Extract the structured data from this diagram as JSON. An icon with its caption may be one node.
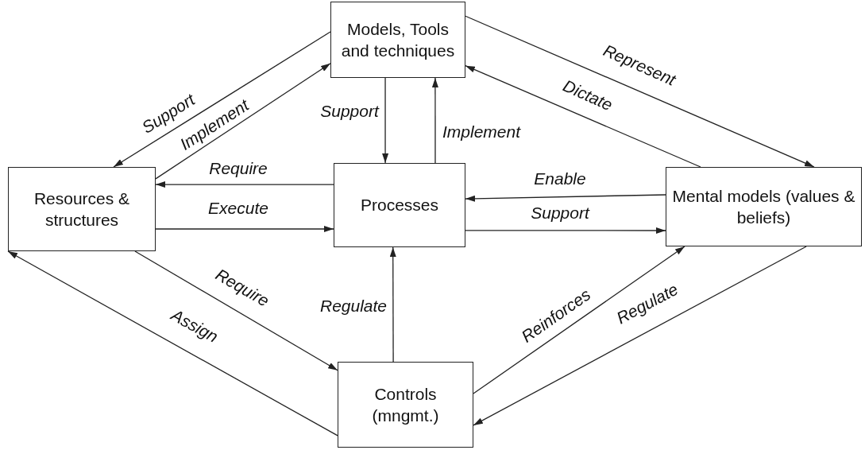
{
  "diagram": {
    "nodes": [
      {
        "text": [
          "Models, Tools and techniques"
        ]
      },
      {
        "text": [
          "Resources & structures"
        ]
      },
      {
        "text": [
          "Processes"
        ]
      },
      {
        "text": [
          "Mental models (values & beliefs)"
        ]
      },
      {
        "text": [
          "Controls (mngmt.)"
        ]
      }
    ],
    "edges": [
      {
        "from": 0,
        "to": 1,
        "arrow": "to",
        "label": "Support"
      },
      {
        "from": 1,
        "to": 0,
        "arrow": "to",
        "label": "Implement"
      },
      {
        "from": 0,
        "to": 2,
        "arrow": "to",
        "label": "Support"
      },
      {
        "from": 2,
        "to": 0,
        "arrow": "to",
        "label": "Implement"
      },
      {
        "from": 0,
        "to": 3,
        "arrow": "to",
        "label": "Represent"
      },
      {
        "from": 3,
        "to": 0,
        "arrow": "to",
        "label": "Dictate"
      },
      {
        "from": 2,
        "to": 1,
        "arrow": "to",
        "label": "Require"
      },
      {
        "from": 1,
        "to": 2,
        "arrow": "to",
        "label": "Execute"
      },
      {
        "from": 3,
        "to": 2,
        "arrow": "to",
        "label": "Enable"
      },
      {
        "from": 2,
        "to": 3,
        "arrow": "to",
        "label": "Support"
      },
      {
        "from": 1,
        "to": 4,
        "arrow": "to",
        "label": "Require"
      },
      {
        "from": 4,
        "to": 1,
        "arrow": "to",
        "label": "Assign"
      },
      {
        "from": 4,
        "to": 2,
        "arrow": "to",
        "label": "Regulate"
      },
      {
        "from": 4,
        "to": 3,
        "arrow": "to",
        "label": "Reinforces"
      },
      {
        "from": 3,
        "to": 4,
        "arrow": "to",
        "label": "Regulate"
      }
    ]
  }
}
